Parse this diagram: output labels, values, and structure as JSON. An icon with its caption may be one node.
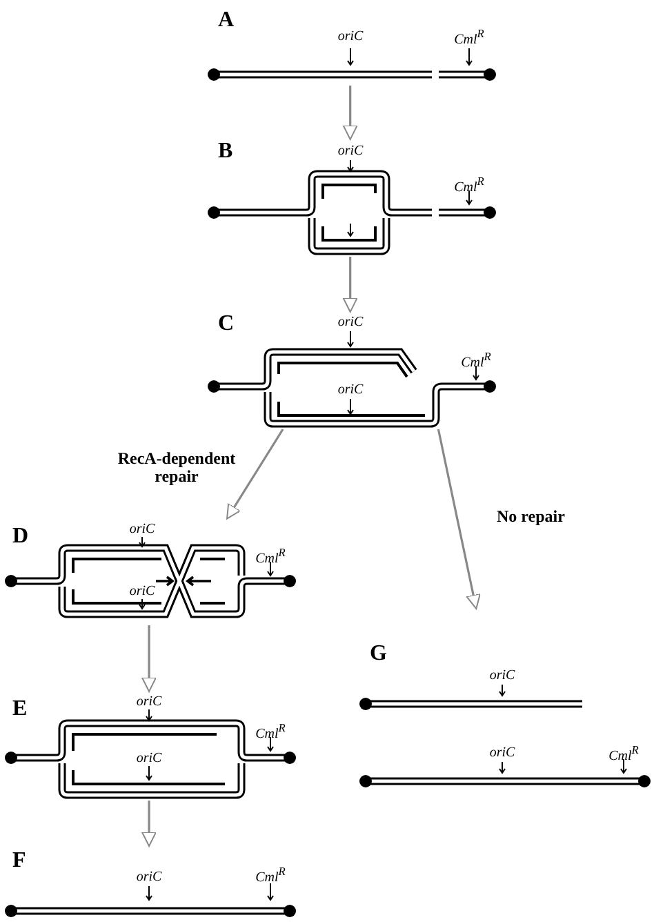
{
  "diagram": {
    "nodes": [
      {
        "text": [
          "A",
          "oriC",
          "Cml$^{R}$"
        ]
      },
      {
        "text": [
          "B",
          "oriC",
          "Cml$^{R}$"
        ]
      },
      {
        "text": [
          "C",
          "oriC",
          "Cml$^{R}$",
          "oriC"
        ]
      },
      {
        "text": [
          "D",
          "oriC",
          "Cml$^{R}$",
          "oriC"
        ]
      },
      {
        "text": [
          "E",
          "oriC",
          "Cml$^{R}$",
          "oriC"
        ]
      },
      {
        "text": [
          "F",
          "oriC",
          "Cml$^{R}$"
        ]
      },
      {
        "text": [
          "G",
          "oriC",
          "oriC",
          "Cml$^{R}$"
        ]
      }
    ],
    "edges": [
      {
        "from": 0,
        "to": 1,
        "arrow": "to"
      },
      {
        "from": 1,
        "to": 2,
        "arrow": "to"
      },
      {
        "from": 2,
        "to": 3,
        "arrow": "to",
        "label": "RecA-dependent repair"
      },
      {
        "from": 2,
        "to": 6,
        "arrow": "to",
        "label": "No repair"
      },
      {
        "from": 3,
        "to": 4,
        "arrow": "to"
      },
      {
        "from": 4,
        "to": 5,
        "arrow": "to"
      }
    ]
  }
}
